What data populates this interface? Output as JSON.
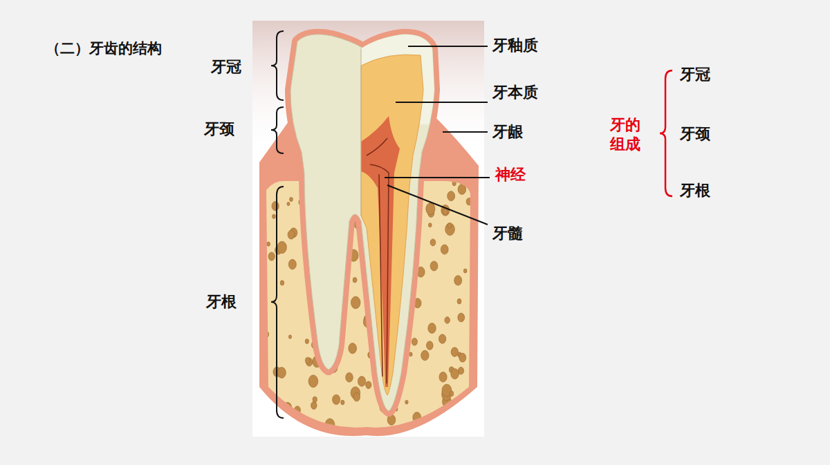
{
  "diagram": {
    "title": "（二）牙齿的结构",
    "labels": [
      "牙冠",
      "牙颈",
      "牙根",
      "牙釉质",
      "牙本质",
      "牙龈",
      "神经",
      "牙髓",
      "牙的组成",
      "牙冠",
      "牙颈",
      "牙根"
    ]
  }
}
